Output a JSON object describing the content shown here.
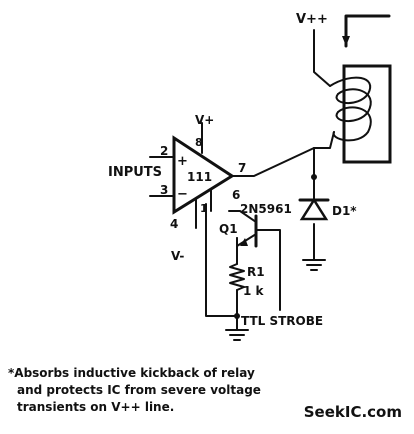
{
  "labels": {
    "vpp_top": "V++",
    "vplus": "V+",
    "vminus": "V-",
    "inputs": "INPUTS",
    "pin2": "2",
    "pin3": "3",
    "pin8": "8",
    "pin4": "4",
    "pin7": "7",
    "pin6": "6",
    "pin1": "1",
    "plus_sign": "+",
    "minus_sign": "−",
    "ic_number": "111",
    "transistor_part": "2N5961",
    "transistor_ref": "Q1",
    "resistor_ref": "R1",
    "resistor_value": "1 k",
    "diode_ref": "D1*",
    "ttl_strobe": "TTL STROBE"
  },
  "footnote": {
    "line1": "*Absorbs inductive kickback of relay",
    "line2": "and protects IC from severe voltage",
    "line3": "transients on V++ line."
  },
  "watermark": "SeekIC.com"
}
